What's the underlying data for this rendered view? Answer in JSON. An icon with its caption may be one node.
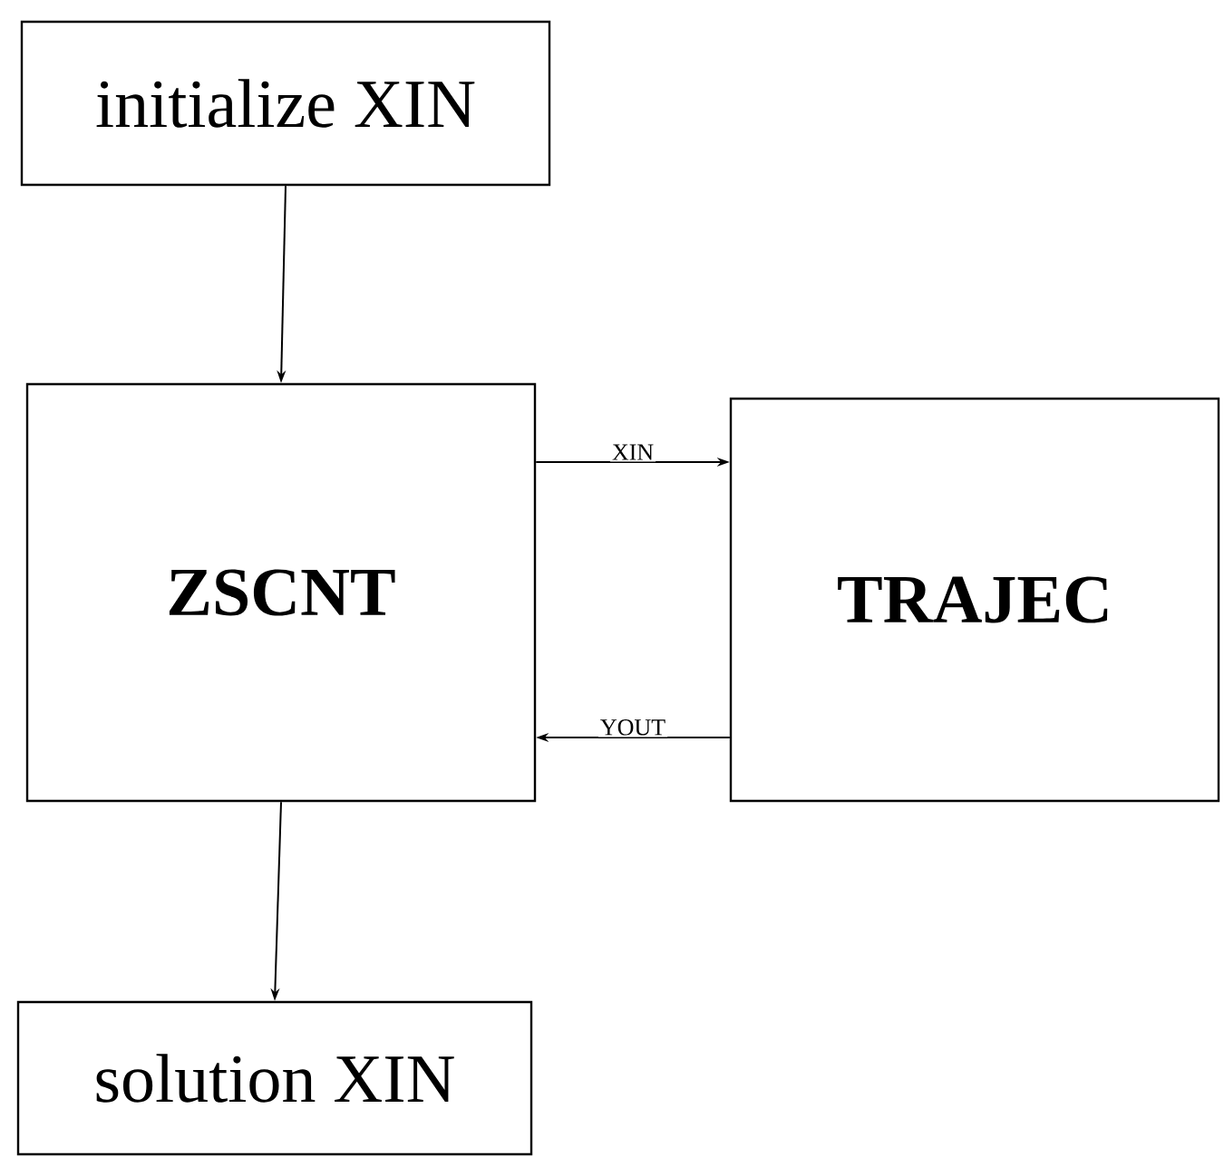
{
  "diagram": {
    "nodes": [
      {
        "text": [
          "initialize XIN"
        ]
      },
      {
        "text": [
          "ZSCNT"
        ]
      },
      {
        "text": [
          "TRAJEC"
        ]
      },
      {
        "text": [
          "solution XIN"
        ]
      }
    ],
    "edges": [
      {
        "from": 0,
        "to": 1,
        "arrow": "to"
      },
      {
        "from": 1,
        "to": 2,
        "arrow": "to",
        "label": "XIN"
      },
      {
        "from": 2,
        "to": 1,
        "arrow": "to",
        "label": "YOUT"
      },
      {
        "from": 1,
        "to": 3,
        "arrow": "to"
      }
    ]
  }
}
